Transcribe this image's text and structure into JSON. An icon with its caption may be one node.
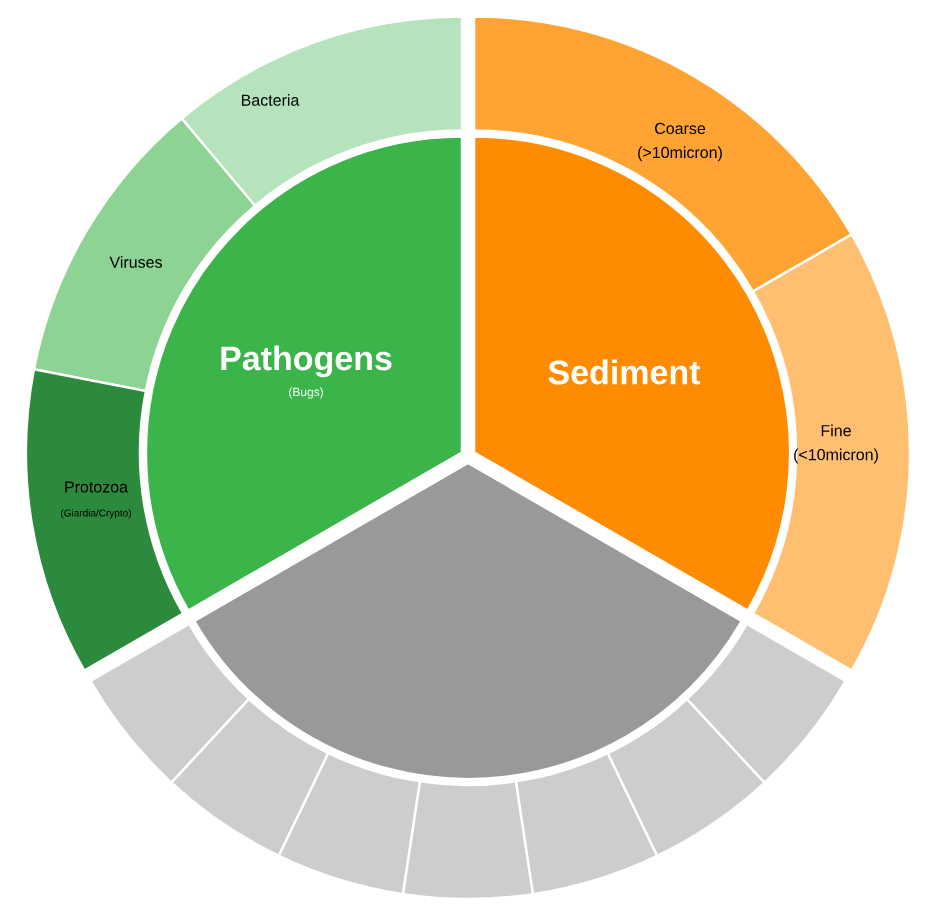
{
  "diagram": {
    "nodes": [
      {
        "text": [
          "Pathogens",
          "(Bugs)"
        ]
      },
      {
        "text": [
          "Sediment"
        ]
      },
      {
        "text": [],
        "shape": "sector"
      },
      {
        "text": [
          "Bacteria"
        ]
      },
      {
        "text": [
          "Viruses"
        ]
      },
      {
        "text": [
          "Protozoa",
          "(Giardia/Crypto)"
        ]
      },
      {
        "text": [
          "Coarse (>10micron)"
        ]
      },
      {
        "text": [
          "Fine (<10micron)"
        ]
      },
      {
        "text": [],
        "shape": "sector"
      },
      {
        "text": [],
        "shape": "sector"
      },
      {
        "text": [],
        "shape": "sector"
      },
      {
        "text": [],
        "shape": "sector"
      },
      {
        "text": [],
        "shape": "sector"
      },
      {
        "text": [],
        "shape": "sector"
      },
      {
        "text": [],
        "shape": "sector"
      }
    ]
  }
}
